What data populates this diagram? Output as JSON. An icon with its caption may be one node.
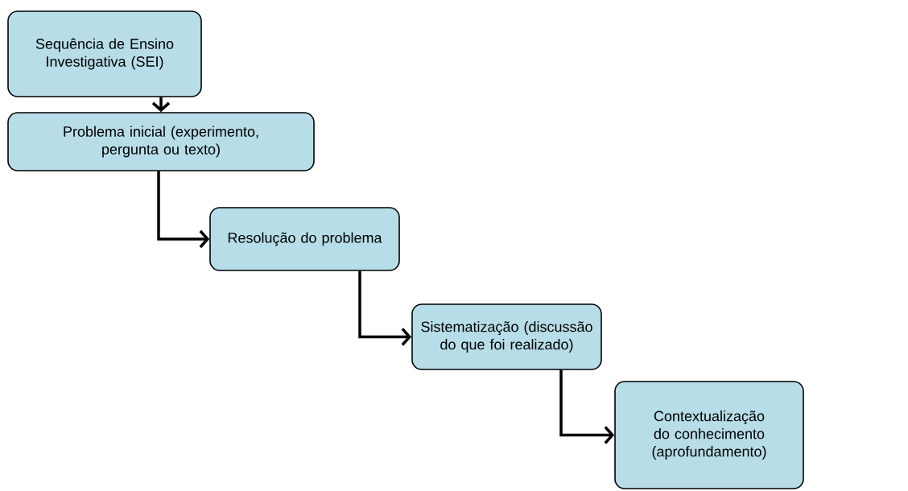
{
  "diagram": {
    "nodes": [
      {
        "text": [
          "Sequência de Ensino Investigativa (SEI)"
        ]
      },
      {
        "text": [
          "Problema inicial (experimento, pergunta ou texto)"
        ]
      },
      {
        "text": [
          "Resolução do problema"
        ]
      },
      {
        "text": [
          "Sistematização (discussão do que foi realizado)"
        ]
      },
      {
        "text": [
          "Contextualização do conhecimento (aprofundamento)"
        ]
      }
    ],
    "edges": [
      {
        "from": 0,
        "to": 1,
        "arrow": "to"
      },
      {
        "from": 1,
        "to": 2,
        "arrow": "to"
      },
      {
        "from": 2,
        "to": 3,
        "arrow": "to"
      },
      {
        "from": 3,
        "to": 4,
        "arrow": "to"
      }
    ]
  }
}
